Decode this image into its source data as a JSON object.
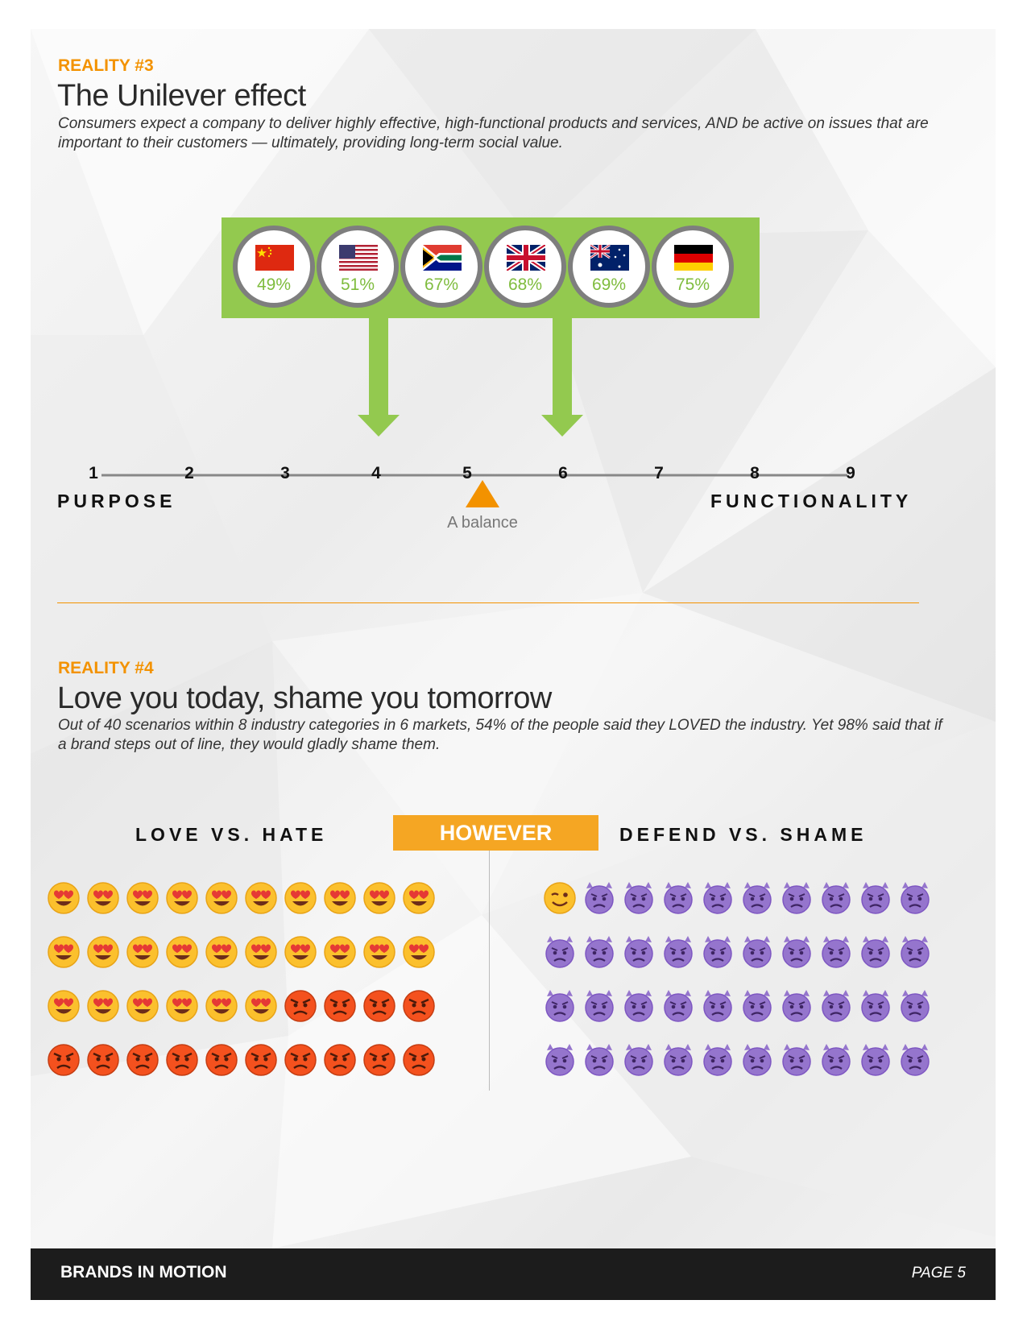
{
  "reality3": {
    "kicker": "REALITY #3",
    "title": "The Unilever effect",
    "subtitle": "Consumers expect a company to deliver highly effective, high-functional products and services, AND be active on issues that are important to their customers — ultimately, providing long-term social value."
  },
  "countries": [
    {
      "flag": "china-flag",
      "pct": "49%"
    },
    {
      "flag": "usa-flag",
      "pct": "51%"
    },
    {
      "flag": "south-africa-flag",
      "pct": "67%"
    },
    {
      "flag": "uk-flag",
      "pct": "68%"
    },
    {
      "flag": "australia-flag",
      "pct": "69%"
    },
    {
      "flag": "germany-flag",
      "pct": "75%"
    }
  ],
  "scale": {
    "numbers": [
      "1",
      "2",
      "3",
      "4",
      "5",
      "6",
      "7",
      "8",
      "9"
    ],
    "left_label": "PURPOSE",
    "right_label": "FUNCTIONALITY",
    "balance_label": "A balance",
    "arrow_targets": [
      4,
      6
    ]
  },
  "reality4": {
    "kicker": "REALITY #4",
    "title": "Love you today, shame you tomorrow",
    "subtitle": "Out of 40 scenarios within 8 industry categories in 6 markets, 54% of the people said they LOVED the industry. Yet 98% said that if a brand steps out of line, they would gladly shame them."
  },
  "emoji_panel": {
    "left_heading": "LOVE VS. HATE",
    "center_badge": "HOWEVER",
    "right_heading": "DEFEND VS. SHAME",
    "love_count": 26,
    "hate_count": 14,
    "defend_count": 1,
    "shame_count": 39,
    "grid_columns": 10,
    "grid_rows": 4
  },
  "colors": {
    "accent_orange": "#f39200",
    "badge_orange": "#f5a623",
    "green": "#93c94f",
    "pct_green": "#7fbc3e"
  },
  "footer": {
    "brand": "BRANDS IN MOTION",
    "page": "PAGE 5"
  }
}
